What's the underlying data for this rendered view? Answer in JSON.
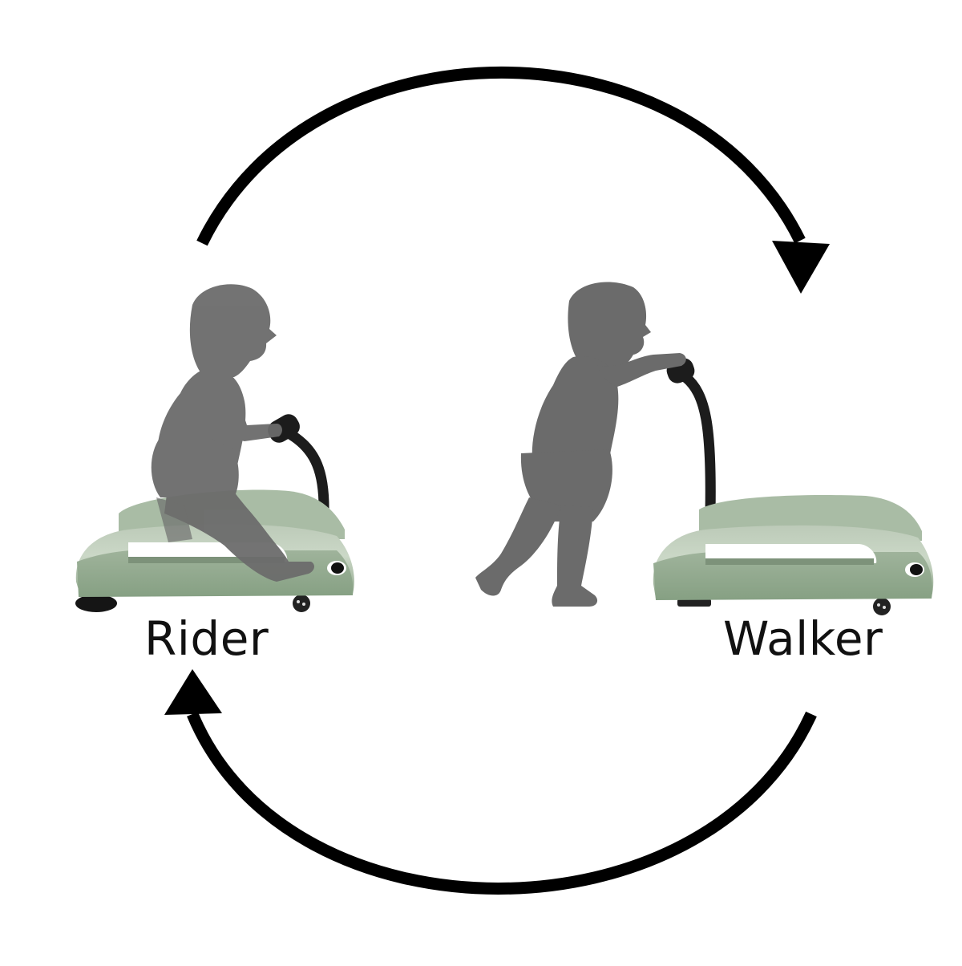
{
  "modes": {
    "rider": {
      "label": "Rider"
    },
    "walker": {
      "label": "Walker"
    }
  },
  "colors": {
    "arrow": "#000000",
    "silhouette": "#6b6b6b",
    "toy_body_light": "#c5d3c1",
    "toy_body_dark": "#93a98f",
    "toy_handle": "#1c1c1c",
    "label_text": "#111111",
    "background": "#ffffff"
  },
  "icons": {
    "top_arrow": "clockwise-arc-arrow-right",
    "bottom_arrow": "clockwise-arc-arrow-left",
    "rider_toy": "ride-on-toy",
    "walker_toy": "walker-toy",
    "child_sitting": "child-sitting-silhouette",
    "child_walking": "child-walking-silhouette"
  }
}
